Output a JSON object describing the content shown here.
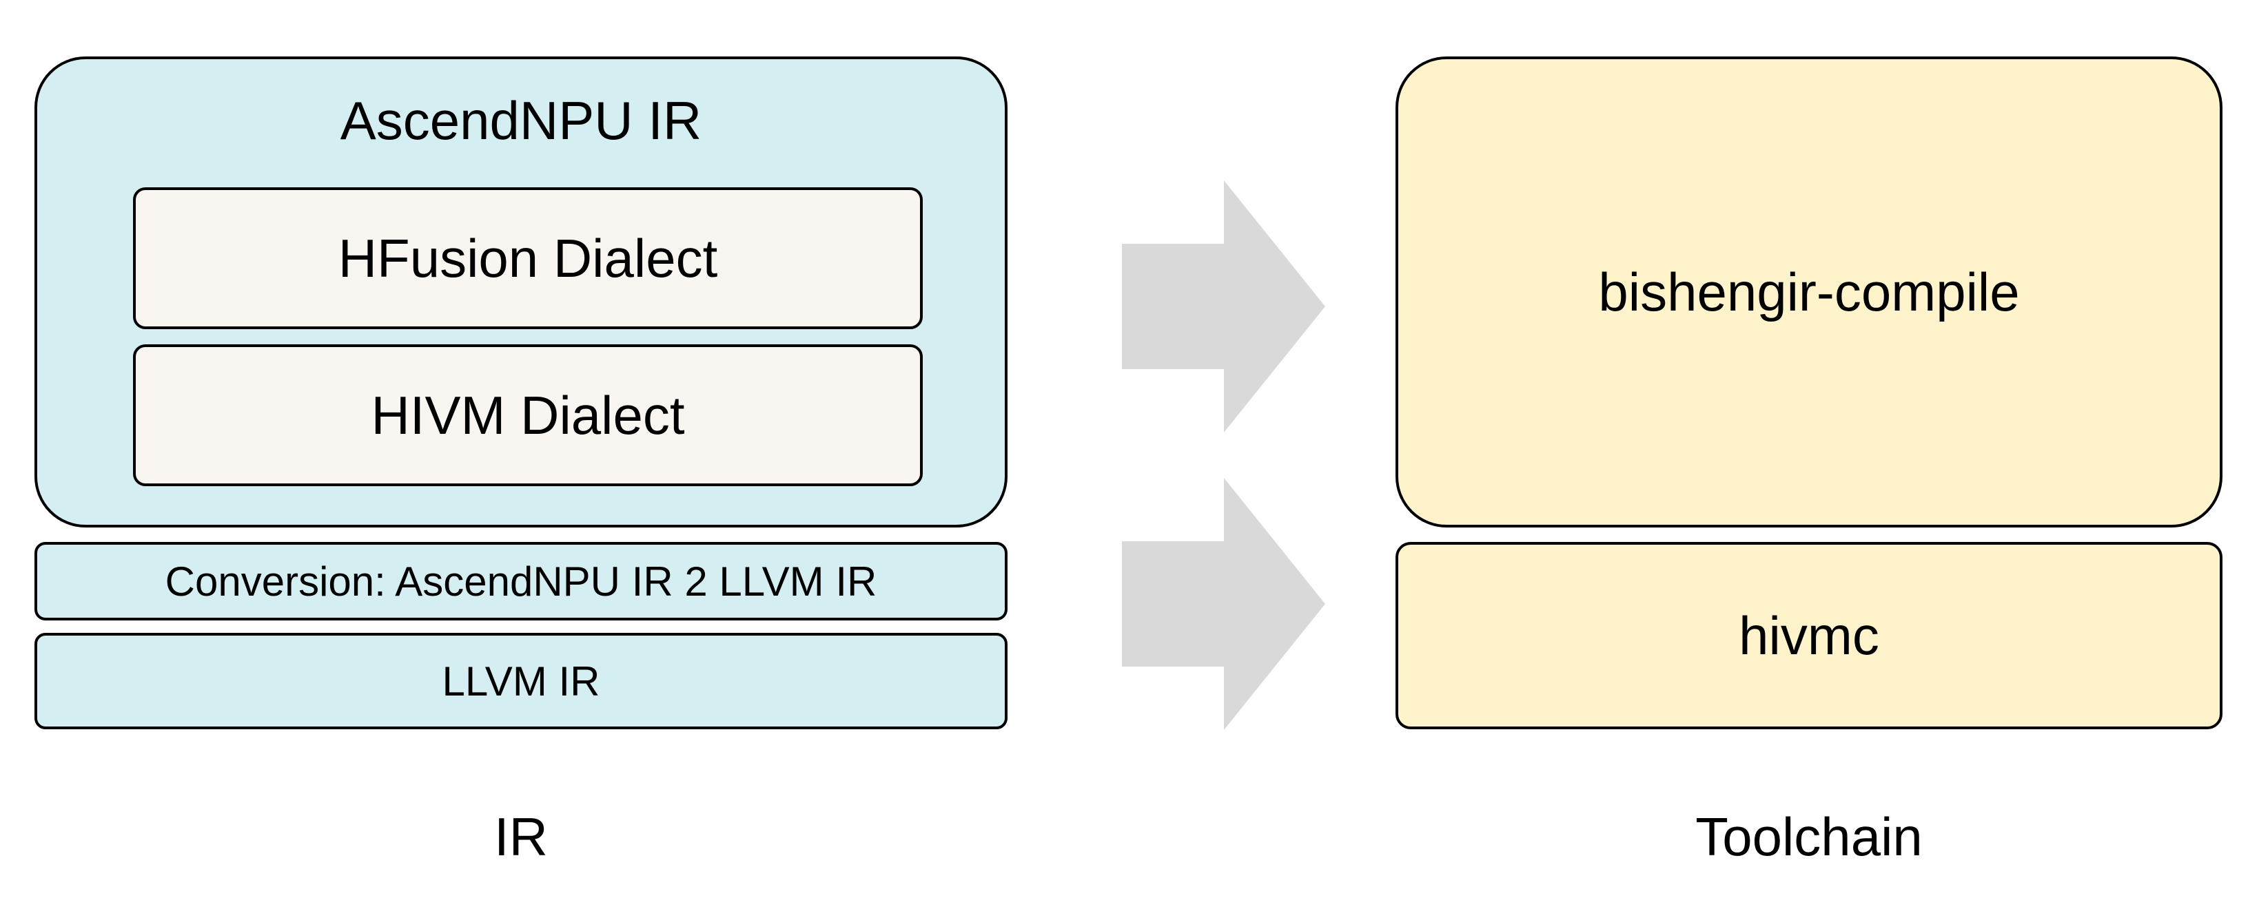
{
  "ir_column": {
    "container_title": "AscendNPU IR",
    "dialects": [
      "HFusion Dialect",
      "HIVM Dialect"
    ],
    "conversion": "Conversion: AscendNPU IR 2 LLVM IR",
    "llvm": "LLVM IR",
    "caption": "IR"
  },
  "toolchain_column": {
    "compile_tool": "bishengir-compile",
    "hivmc_tool": "hivmc",
    "caption": "Toolchain"
  },
  "colors": {
    "ir_fill": "#d5eef2",
    "dialect_fill": "#f9f6f1",
    "toolchain_fill": "#fff3cc",
    "arrow_fill": "#d9d9d9",
    "border": "#000000"
  },
  "icons": [
    "right-arrow-icon",
    "right-arrow-icon"
  ]
}
